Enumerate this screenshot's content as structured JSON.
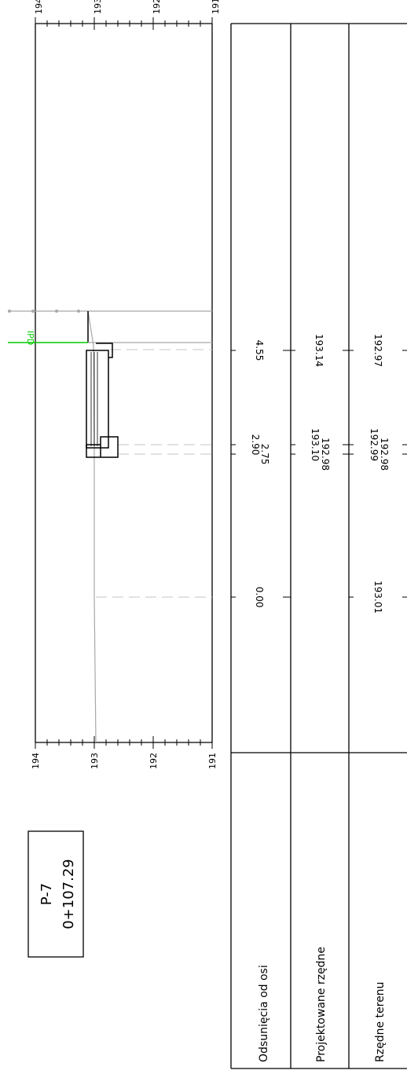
{
  "section": {
    "name": "P-7",
    "chainage": "0+107.29"
  },
  "profile_axis": {
    "ticks_top": [
      "194",
      "193",
      "192",
      "191"
    ],
    "ticks_bottom": [
      "194",
      "193",
      "192",
      "191"
    ]
  },
  "axis_marker": "IPD",
  "table": {
    "row_labels": {
      "offsets": "Odsunięcia od osi",
      "design_elev": "Projektowane rzędne",
      "terrain_elev": "Rzędne terenu"
    },
    "offsets": [
      "4.55",
      "2.90",
      "2.75",
      "0.00"
    ],
    "design_elevations": [
      "193.14",
      "193.10",
      "192.98"
    ],
    "terrain_elevations": [
      "192.97",
      "192.99",
      "192.98",
      "193.01"
    ]
  },
  "colors": {
    "line": "#000000",
    "terrain": "#a8a8a8",
    "dashed": "#c4c4c4",
    "axis_marker": "#00cc00"
  }
}
